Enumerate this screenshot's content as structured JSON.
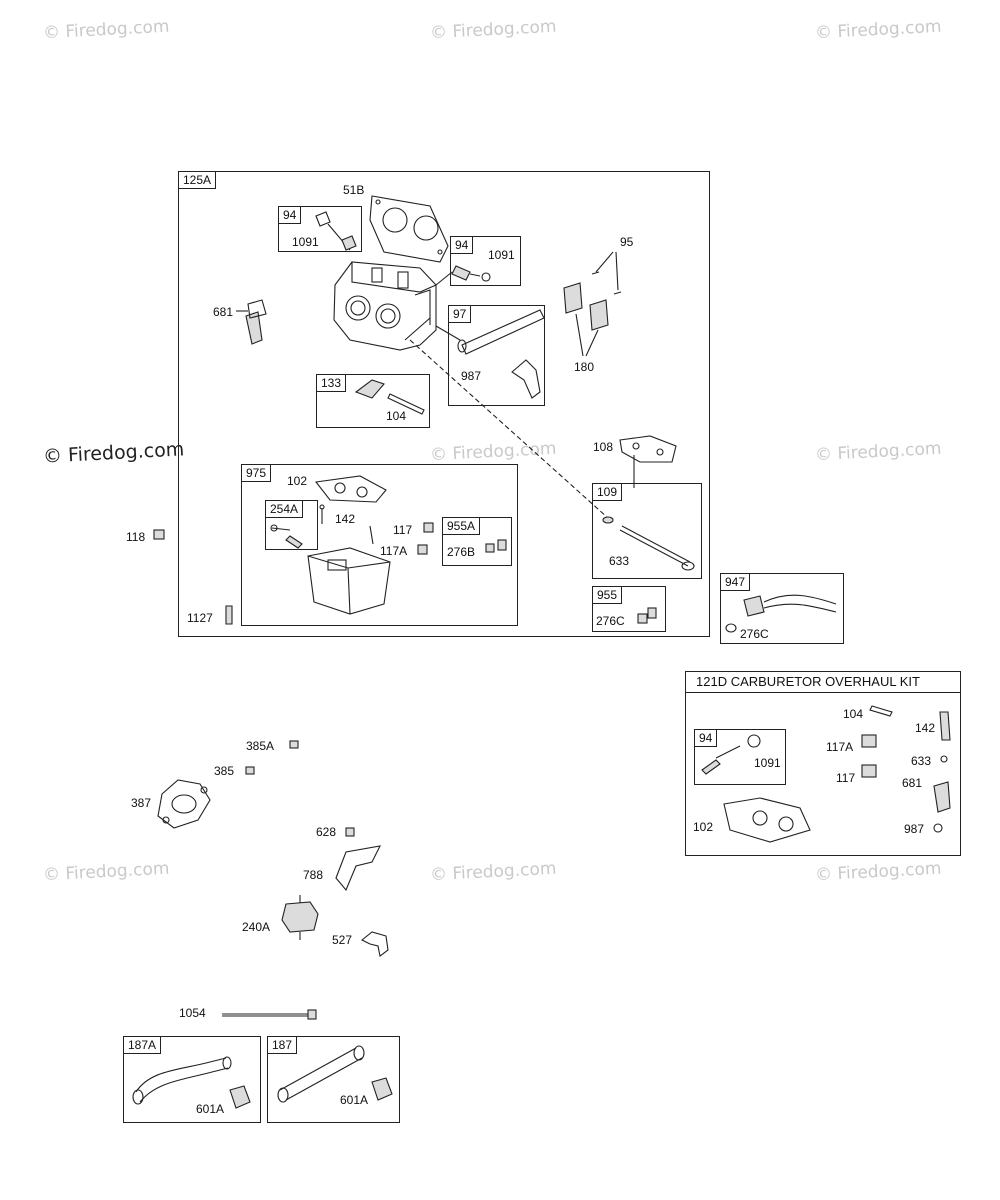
{
  "watermarks": [
    "© Firedog.com"
  ],
  "main_assembly": {
    "tag": "125A",
    "groups": {
      "g94a": {
        "tag": "94",
        "label": "1091"
      },
      "g94b": {
        "tag": "94",
        "label": "1091"
      },
      "g97": {
        "tag": "97",
        "label": "987"
      },
      "g133": {
        "tag": "133",
        "label": "104"
      },
      "g975": {
        "tag": "975"
      },
      "g254a": {
        "tag": "254A"
      },
      "g955a": {
        "tag": "955A",
        "label": "276B"
      },
      "g109": {
        "tag": "109",
        "label": "633"
      },
      "g955": {
        "tag": "955",
        "label": "276C"
      }
    },
    "labels": {
      "p51b": "51B",
      "p95": "95",
      "p180": "180",
      "p681": "681",
      "p108": "108",
      "p102": "102",
      "p142": "142",
      "p117": "117",
      "p117a": "117A",
      "p118": "118",
      "p1127": "1127"
    }
  },
  "group_947": {
    "tag": "947",
    "label": "276C"
  },
  "kit": {
    "title": "121D CARBURETOR OVERHAUL KIT",
    "sub_tag": "94",
    "sub_label": "1091",
    "labels": {
      "p104": "104",
      "p142": "142",
      "p117a": "117A",
      "p633": "633",
      "p117": "117",
      "p681": "681",
      "p102": "102",
      "p987": "987"
    }
  },
  "loose_parts": {
    "p385a": "385A",
    "p385": "385",
    "p387": "387",
    "p628": "628",
    "p788": "788",
    "p240a": "240A",
    "p527": "527",
    "p1054": "1054"
  },
  "hoses": {
    "h187a": {
      "tag": "187A",
      "label": "601A"
    },
    "h187": {
      "tag": "187",
      "label": "601A"
    }
  }
}
